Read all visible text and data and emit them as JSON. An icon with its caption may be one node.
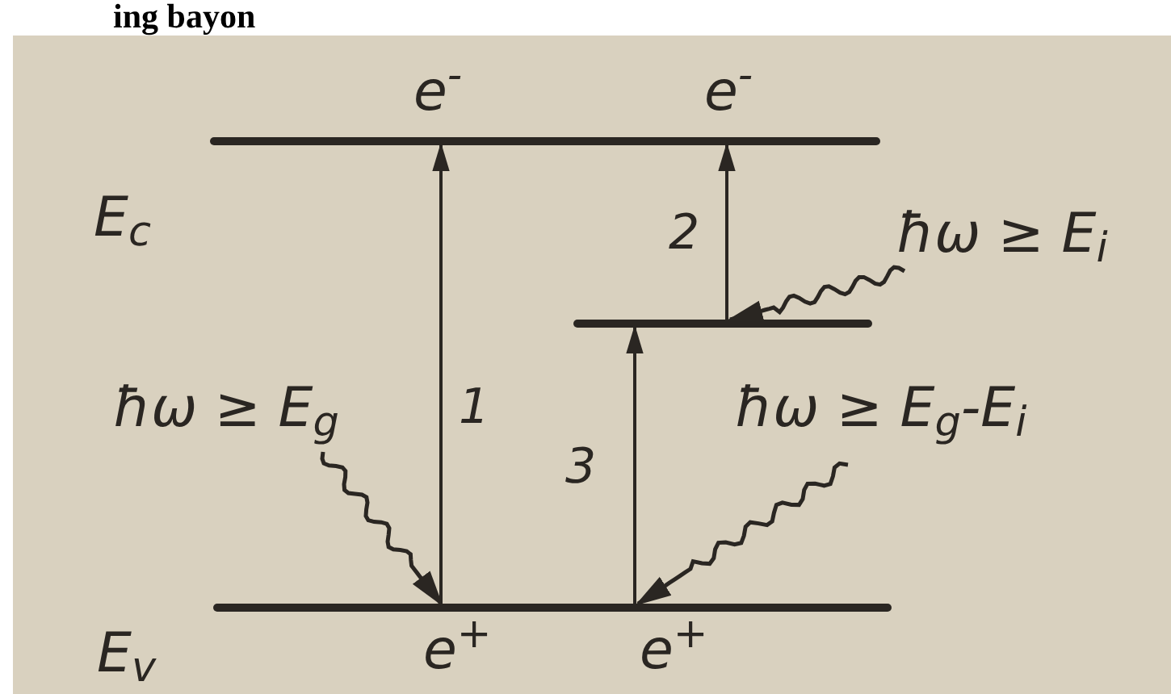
{
  "diagram": {
    "nodes": [
      {
        "text": [],
        "shape": "bar",
        "beside": [
          "E$_{c}$"
        ]
      },
      {
        "text": [],
        "shape": "bar"
      },
      {
        "text": [],
        "shape": "bar",
        "beside": [
          "E$_{v}$"
        ]
      },
      {
        "text": [
          "ħω ≥ E$_{i}$"
        ]
      },
      {
        "text": [
          "ħω ≥ E$_{g}$"
        ]
      },
      {
        "text": [
          "ħω ≥ E$_{g}$-E$_{i}$"
        ]
      }
    ],
    "edges": [
      {
        "from": 2,
        "to": 0,
        "arrow": "to",
        "label": "1"
      },
      {
        "from": 1,
        "to": 0,
        "arrow": "to",
        "label": "2"
      },
      {
        "from": 2,
        "to": 1,
        "arrow": "to",
        "label": "3"
      },
      {
        "from": 4,
        "to": 2,
        "arrow": "to"
      },
      {
        "from": 3,
        "to": 1,
        "arrow": "to"
      },
      {
        "from": 5,
        "to": 2,
        "arrow": "to"
      }
    ],
    "labels": [
      "ing bayon",
      "e$^{-}$",
      "e$^{-}$",
      "e$^{+}$",
      "e$^{+}$"
    ]
  }
}
